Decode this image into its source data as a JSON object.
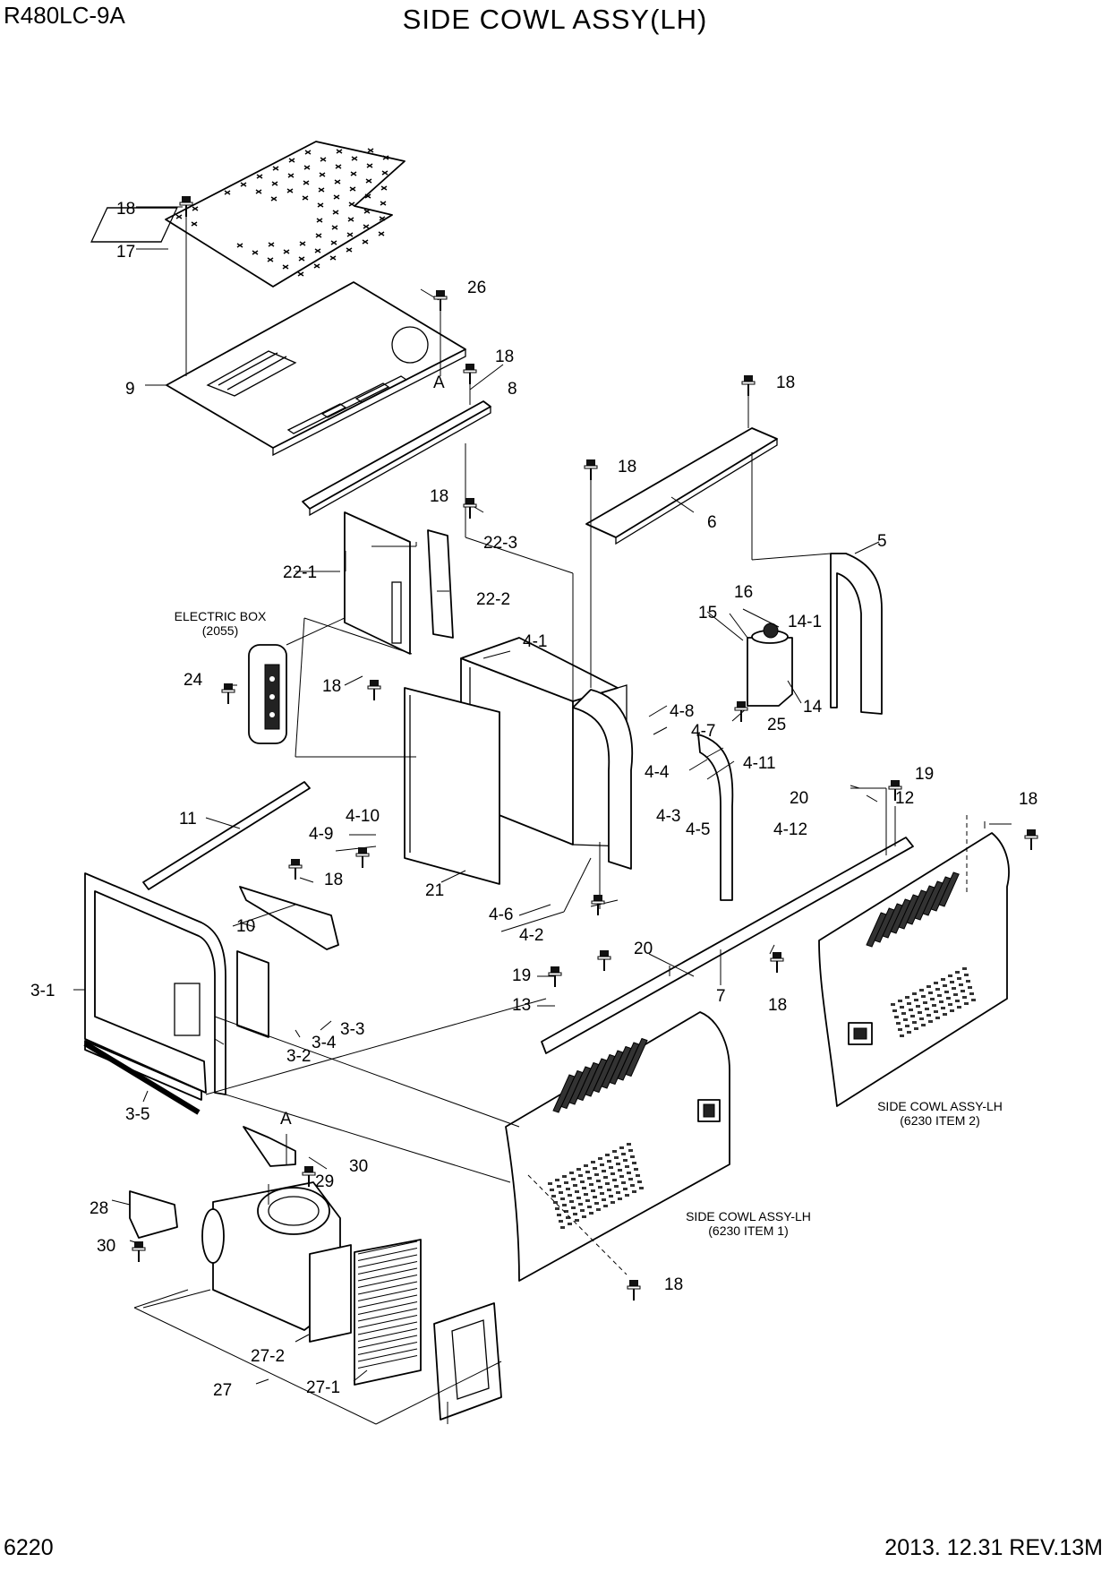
{
  "header": {
    "model": "R480LC-9A",
    "title": "SIDE COWL ASSY(LH)"
  },
  "footer": {
    "page_number": "6220",
    "revision": "2013. 12.31  REV.13M"
  },
  "notes": {
    "electric_box": "ELECTRIC BOX",
    "electric_box_ref": "(2055)",
    "cowl_2": "SIDE COWL ASSY-LH",
    "cowl_2_ref": "(6230 ITEM 2)",
    "cowl_1": "SIDE COWL ASSY-LH",
    "cowl_1_ref": "(6230 ITEM 1)"
  },
  "callouts": {
    "p18": "18",
    "p17": "17",
    "p26": "26",
    "p9": "9",
    "pA": "A",
    "p8": "8",
    "p6": "6",
    "p5": "5",
    "p22_1": "22-1",
    "p22_2": "22-2",
    "p22_3": "22-3",
    "p24": "24",
    "p4_1": "4-1",
    "p15": "15",
    "p16": "16",
    "p14_1": "14-1",
    "p14": "14",
    "p25": "25",
    "p4_8": "4-8",
    "p4_7": "4-7",
    "p4_4": "4-4",
    "p4_11": "4-11",
    "p4_12": "4-12",
    "p4_3": "4-3",
    "p4_5": "4-5",
    "p4_6": "4-6",
    "p4_2": "4-2",
    "p4_10": "4-10",
    "p4_9": "4-9",
    "p11": "11",
    "p10": "10",
    "p21": "21",
    "p19": "19",
    "p20": "20",
    "p12": "12",
    "p7": "7",
    "p13": "13",
    "p3_1": "3-1",
    "p3_2": "3-2",
    "p3_3": "3-3",
    "p3_4": "3-4",
    "p3_5": "3-5",
    "p29": "29",
    "p30": "30",
    "p28": "28",
    "p27": "27",
    "p27_1": "27-1",
    "p27_2": "27-2"
  }
}
